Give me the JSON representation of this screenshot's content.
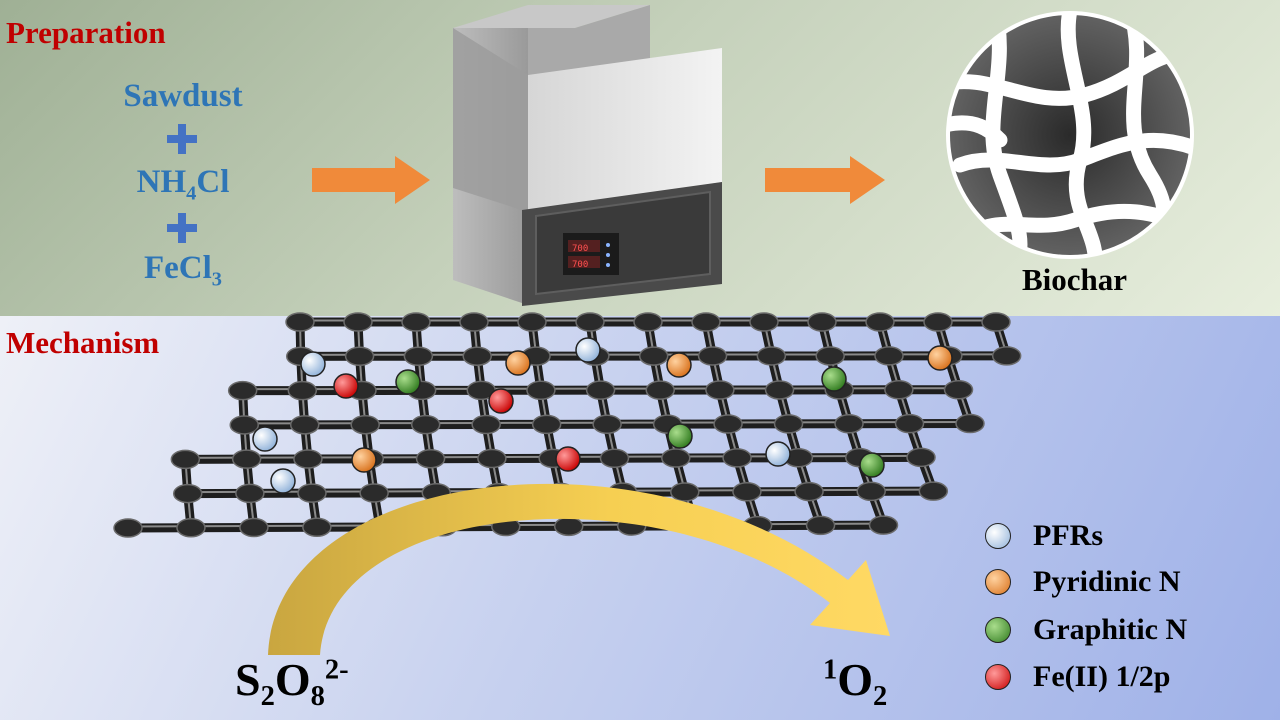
{
  "preparation": {
    "title": "Preparation",
    "reagents": [
      {
        "base": "Sawdust",
        "sub": ""
      },
      {
        "base": "NH",
        "sub": "4",
        "tail": "Cl"
      },
      {
        "base": "FeCl",
        "sub": "3",
        "tail": ""
      }
    ],
    "product_label": "Biochar"
  },
  "mechanism": {
    "title": "Mechanism",
    "reactant": {
      "base": "S",
      "sub1": "2",
      "mid": "O",
      "sub2": "8",
      "sup": "2-"
    },
    "product": {
      "sup": "1",
      "base": "O",
      "sub": "2"
    }
  },
  "legend": [
    {
      "label": "PFRs",
      "color": "#a9c4e4"
    },
    {
      "label": "Pyridinic N",
      "color": "#e8842a"
    },
    {
      "label": "Graphitic N",
      "color": "#3f8d2a"
    },
    {
      "label": "Fe(II) 1/2p",
      "color": "#e81010"
    }
  ],
  "colors": {
    "title_red": "#c00000",
    "reagent_blue": "#2e75b6",
    "arrow_orange": "#f08a3a",
    "curve_gold": "#f6cf52"
  },
  "furnace_display": [
    "700",
    "700"
  ]
}
